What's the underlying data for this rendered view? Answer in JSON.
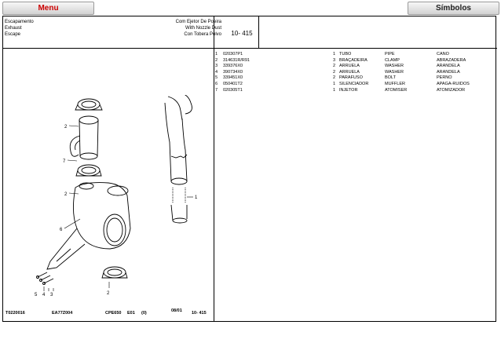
{
  "toolbar": {
    "menu_label": "Menu",
    "symbols_label": "Símbolos"
  },
  "header": {
    "title_pt": "Escapamento",
    "title_en": "Exhaust",
    "title_es": "Escape",
    "sub_pt": "Com Ejetor De Poeira",
    "sub_en": "With Nozzle Dust",
    "sub_es": "Con Tobera Polvo",
    "ref": "10- 415"
  },
  "parts": [
    {
      "no": "1",
      "code": "020307P1",
      "qty": "1",
      "pt": "TUBO",
      "en": "PIPE",
      "es": "CANO"
    },
    {
      "no": "2",
      "code": "314631R/R91",
      "qty": "3",
      "pt": "BRAÇADEIRA",
      "en": "CLAMP",
      "es": "ABRAZADERA"
    },
    {
      "no": "3",
      "code": "339376X0",
      "qty": "2",
      "pt": "ARRUELA",
      "en": "WASHER",
      "es": "ARANDELA"
    },
    {
      "no": "4",
      "code": "390734X0",
      "qty": "2",
      "pt": "ARRUELA",
      "en": "WASHER",
      "es": "ARANDELA"
    },
    {
      "no": "5",
      "code": "339451X0",
      "qty": "2",
      "pt": "PARAFUSO",
      "en": "BOLT",
      "es": "PERNO"
    },
    {
      "no": "6",
      "code": "050401T2",
      "qty": "1",
      "pt": "SILENCIADOR",
      "en": "MUFFLER",
      "es": "APAGA-RUIDOS"
    },
    {
      "no": "7",
      "code": "020305T1",
      "qty": "1",
      "pt": "INJETOR",
      "en": "ATOMISER",
      "es": "ATOMIZADOR"
    }
  ],
  "callouts": [
    "2",
    "7",
    "2",
    "6",
    "5",
    "4",
    "3",
    "2",
    "1"
  ],
  "footer": {
    "doc": "T0220016",
    "model": "EA77Z004",
    "machine": "CPE650",
    "edition": "E01",
    "rev": "(0)",
    "date": "08/01",
    "page": "10- 415"
  }
}
